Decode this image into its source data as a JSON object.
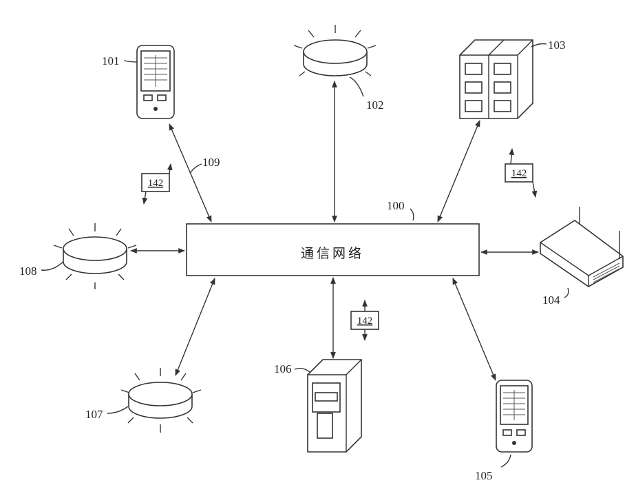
{
  "network": {
    "label": "通信网络",
    "ref": "100"
  },
  "devices": {
    "d101": {
      "ref": "101",
      "icon": "handheld-device-icon"
    },
    "d102": {
      "ref": "102",
      "icon": "disc-node-icon"
    },
    "d103": {
      "ref": "103",
      "icon": "server-rack-icon"
    },
    "d104": {
      "ref": "104",
      "icon": "router-icon"
    },
    "d105": {
      "ref": "105",
      "icon": "handheld-device-icon"
    },
    "d106": {
      "ref": "106",
      "icon": "kiosk-terminal-icon"
    },
    "d107": {
      "ref": "107",
      "icon": "disc-node-icon"
    },
    "d108": {
      "ref": "108",
      "icon": "disc-node-icon"
    }
  },
  "links": {
    "ref": "109"
  },
  "badges": [
    "142",
    "142",
    "142"
  ]
}
